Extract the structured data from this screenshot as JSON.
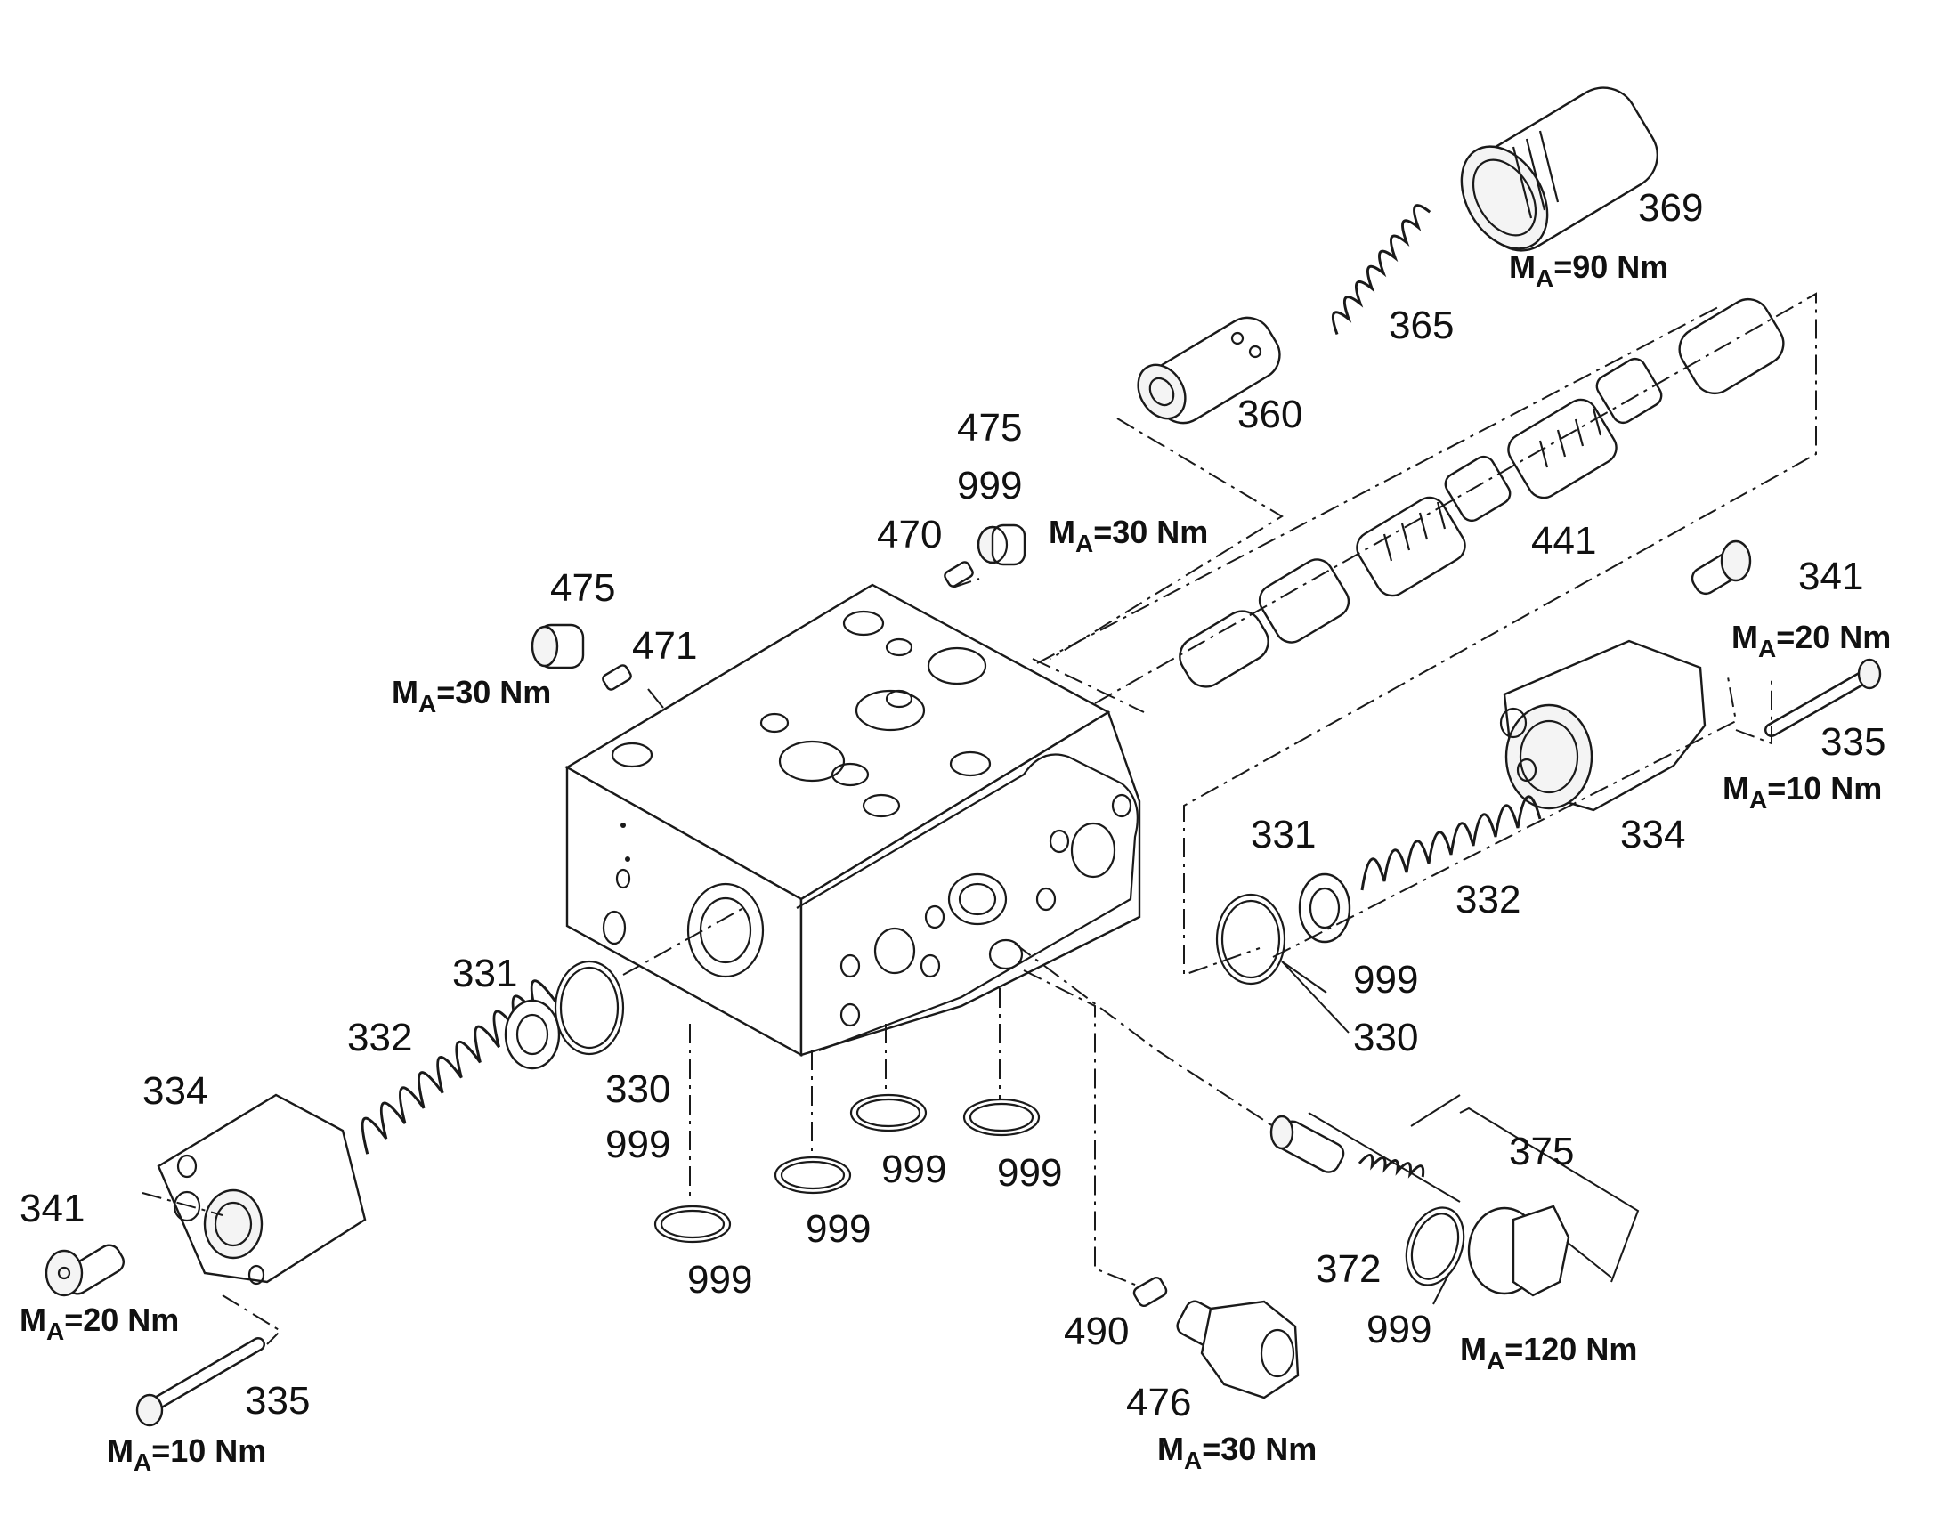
{
  "callouts": {
    "c369": "369",
    "c365": "365",
    "c360": "360",
    "c441": "441",
    "c475a": "475",
    "c999a": "999",
    "c470": "470",
    "c475b": "475",
    "c471": "471",
    "c341r": "341",
    "c335r": "335",
    "c334r": "334",
    "c331r": "331",
    "c332r": "332",
    "c999r": "999",
    "c330r": "330",
    "c331l": "331",
    "c332l": "332",
    "c334l": "334",
    "c330l": "330",
    "c999l": "999",
    "c341l": "341",
    "c335l": "335",
    "c999b1": "999",
    "c999b2": "999",
    "c999b3": "999",
    "c999b4": "999",
    "c375": "375",
    "c372": "372",
    "c999c": "999",
    "c490": "490",
    "c476": "476"
  },
  "torques": {
    "t369": {
      "prefix": "M",
      "sub": "A",
      "value": "=90 Nm"
    },
    "t475a": {
      "prefix": "M",
      "sub": "A",
      "value": "=30 Nm"
    },
    "t475b": {
      "prefix": "M",
      "sub": "A",
      "value": "=30 Nm"
    },
    "t341r": {
      "prefix": "M",
      "sub": "A",
      "value": "=20 Nm"
    },
    "t335r": {
      "prefix": "M",
      "sub": "A",
      "value": "=10 Nm"
    },
    "t341l": {
      "prefix": "M",
      "sub": "A",
      "value": "=20 Nm"
    },
    "t335l": {
      "prefix": "M",
      "sub": "A",
      "value": "=10 Nm"
    },
    "t476": {
      "prefix": "M",
      "sub": "A",
      "value": "=30 Nm"
    },
    "t375": {
      "prefix": "M",
      "sub": "A",
      "value": "=120 Nm"
    }
  }
}
